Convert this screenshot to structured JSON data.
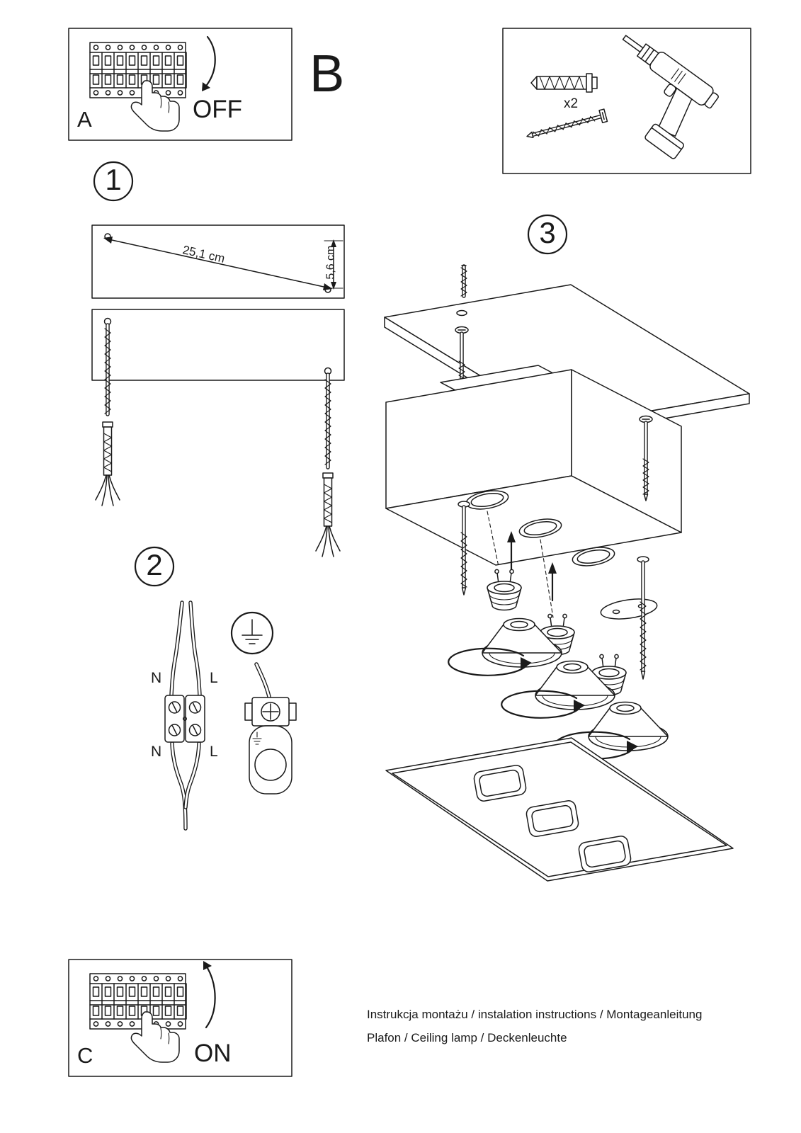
{
  "panel_a": {
    "label": "A",
    "switch_state": "OFF"
  },
  "panel_b": {
    "label": "B"
  },
  "panel_c": {
    "label": "C",
    "switch_state": "ON"
  },
  "hardware": {
    "anchor_quantity": "x2"
  },
  "step1": {
    "number": "1",
    "hole_spacing": "25,1 cm",
    "edge_offset": "5,6 cm"
  },
  "step2": {
    "number": "2",
    "terminals": {
      "top_n": "N",
      "top_l": "L",
      "bottom_n": "N",
      "bottom_l": "L"
    }
  },
  "step3": {
    "number": "3"
  },
  "footer": {
    "line1": "Instrukcja montażu / instalation instructions / Montageanleitung",
    "line2": "Plafon / Ceiling lamp / Deckenleuchte"
  },
  "colors": {
    "ink": "#1a1a1a",
    "paper": "#ffffff"
  }
}
